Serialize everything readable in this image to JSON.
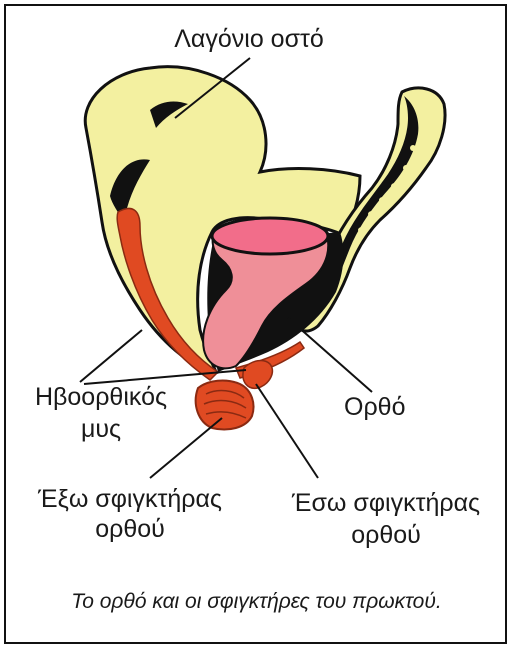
{
  "labels": {
    "iliac_bone": "Λαγόνιο οστό",
    "levator_line1": "Ηβοορθικός",
    "levator_line2": "μυς",
    "rectum": "Ορθό",
    "external_line1": "Έξω σφιγκτήρας",
    "external_line2": "ορθού",
    "internal_line1": "Έσω σφιγκτήρας",
    "internal_line2": "ορθού"
  },
  "caption": "Το ορθό και οι σφιγκτήρες του πρωκτού.",
  "colors": {
    "bone": "#f3f0a0",
    "bone_outline": "#111111",
    "rectum": "#ef8f98",
    "rectum_inner": "#f26d8a",
    "muscle": "#e04a22",
    "frame": "#111111"
  }
}
